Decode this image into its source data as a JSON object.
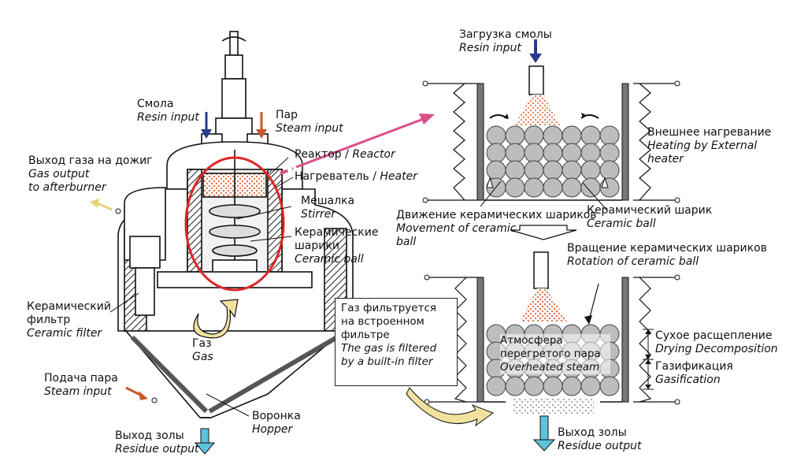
{
  "left": {
    "resin": {
      "ru": "Смола",
      "en": "Resin input"
    },
    "steam": {
      "ru": "Пар",
      "en": "Steam input"
    },
    "gas_out": {
      "ru": "Выход газа на дожиг",
      "en1": "Gas output",
      "en2": "to afterburner"
    },
    "reactor": {
      "ru": "Реактор / ",
      "en": "Reactor"
    },
    "heater": {
      "ru": "Нагреватель / ",
      "en": "Heater"
    },
    "stirrer": {
      "ru": "Мешалка",
      "en": "Stirrer"
    },
    "ceramic_ball": {
      "ru1": "Керамические",
      "ru2": "шарики",
      "en": "Ceramic ball"
    },
    "ceramic_filter": {
      "ru1": "Керамический",
      "ru2": "фильтр",
      "en": "Ceramic filter"
    },
    "gas": {
      "ru": "Газ",
      "en": "Gas"
    },
    "steam_feed": {
      "ru": "Подача пара",
      "en": "Steam input"
    },
    "hopper": {
      "ru": "Воронка",
      "en": "Hopper"
    },
    "ash_out": {
      "ru": "Выход золы",
      "en": "Residue output"
    }
  },
  "right": {
    "resin_load": {
      "ru": "Загрузка смолы",
      "en": "Resin input"
    },
    "external_heat": {
      "ru": "Внешнее нагревание",
      "en1": "Heating by External",
      "en2": "heater"
    },
    "movement": {
      "ru": "Движение керамических шариков",
      "en1": "Movement of ceramic",
      "en2": "ball"
    },
    "ball": {
      "ru": "Керамический шарик",
      "en": "Ceramic ball"
    },
    "rotation": {
      "ru": "Вращение керамических шариков",
      "en": "Rotation of ceramic ball"
    },
    "filtered": {
      "ru1": "Газ фильтруется",
      "ru2": "на встроенном",
      "ru3": "фильтре",
      "en1": "The gas is filtered",
      "en2": "by a built-in filter"
    },
    "atmosphere": {
      "ru1": "Атмосфера",
      "ru2": "перегретого пара",
      "en": "Overheated steam"
    },
    "drying": {
      "ru": "Сухое расщепление",
      "en": "Drying Decomposition"
    },
    "gasification": {
      "ru": "Газификация",
      "en": "Gasification"
    },
    "ash_out": {
      "ru": "Выход золы",
      "en": "Residue output"
    }
  },
  "colors": {
    "resin_arrow": "#2b3a8c",
    "steam_arrow": "#c8582a",
    "highlight_circle": "#e02424",
    "pointer_arrow": "#d9508a",
    "gas_arrow": "#f2e2a0",
    "ash_arrow": "#5fc2dc",
    "ball_fill": "#bdbdbd",
    "resin_dots": "#e4734a"
  }
}
